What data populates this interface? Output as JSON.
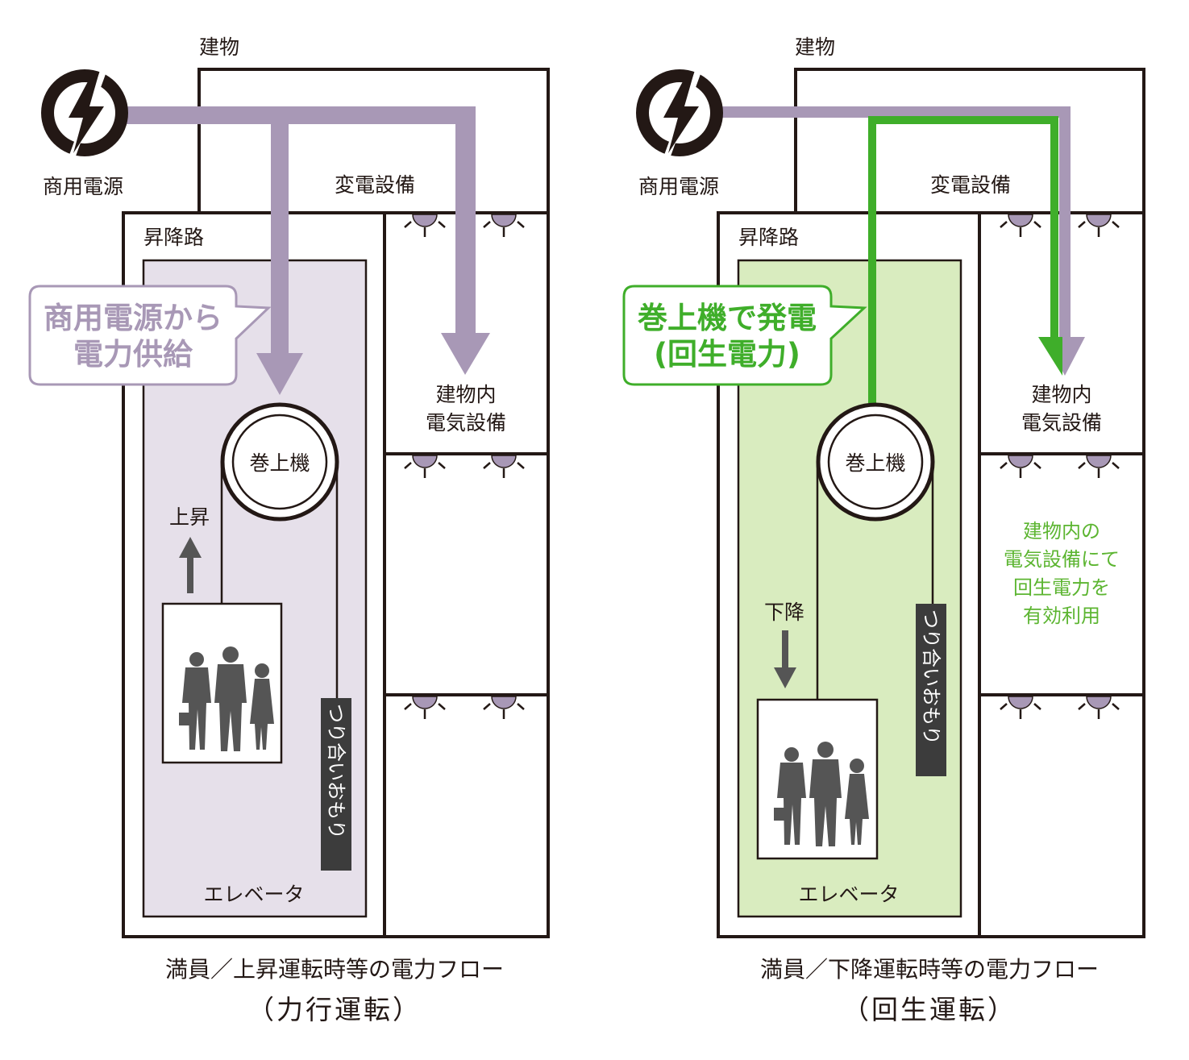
{
  "colors": {
    "purple_flow": "#a898b6",
    "purple_shaft": "#e6e0ea",
    "green_flow": "#3fae2a",
    "green_shaft": "#d9ecbf",
    "green_text": "#5cb531",
    "line": "#231815",
    "person": "#555555",
    "counterweight": "#3c3c3c"
  },
  "icons": [
    "lightning-icon",
    "ceiling-light-icon",
    "arrow-up-icon",
    "arrow-down-icon",
    "person-silhouette-icon"
  ],
  "left": {
    "building": "建物",
    "power_source": "商用電源",
    "substation": "変電設備",
    "hoistway": "昇降路",
    "callout_line1": "商用電源から",
    "callout_line2": "電力供給",
    "building_equipment_line1": "建物内",
    "building_equipment_line2": "電気設備",
    "hoist": "巻上機",
    "direction": "上昇",
    "counterweight": "つり合いおもり",
    "elevator": "エレベータ",
    "caption_line1": "満員／上昇運転時等の電力フロー",
    "caption_line2": "（力行運転）"
  },
  "right": {
    "building": "建物",
    "power_source": "商用電源",
    "substation": "変電設備",
    "hoistway": "昇降路",
    "callout_line1": "巻上機で発電",
    "callout_line2": "(回生電力)",
    "building_equipment_line1": "建物内",
    "building_equipment_line2": "電気設備",
    "hoist": "巻上機",
    "direction": "下降",
    "counterweight": "つり合いおもり",
    "elevator": "エレベータ",
    "note_line1": "建物内の",
    "note_line2": "電気設備にて",
    "note_line3": "回生電力を",
    "note_line4": "有効利用",
    "caption_line1": "満員／下降運転時等の電力フロー",
    "caption_line2": "（回生運転）"
  }
}
